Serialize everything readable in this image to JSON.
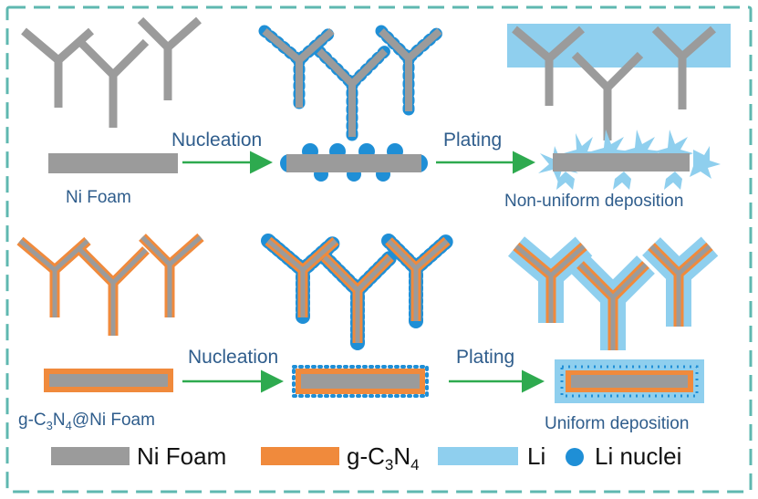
{
  "labels": {
    "nucleation_top": "Nucleation",
    "plating_top": "Plating",
    "nucleation_bottom": "Nucleation",
    "plating_bottom": "Plating",
    "ni_foam": "Ni Foam",
    "non_uniform": "Non-uniform deposition",
    "gcn_ni_foam_prefix": "g-C",
    "gcn_ni_foam_sub1": "3",
    "gcn_ni_foam_mid": "N",
    "gcn_ni_foam_sub2": "4",
    "gcn_ni_foam_suffix": "@Ni Foam",
    "uniform": "Uniform deposition"
  },
  "legend": {
    "ni_foam": "Ni Foam",
    "gcn_prefix": "g-C",
    "gcn_sub1": "3",
    "gcn_mid": "N",
    "gcn_sub2": "4",
    "li": "Li",
    "li_nuclei": "Li nuclei"
  },
  "colors": {
    "ni_foam": "#9b9b9b",
    "g_c3n4": "#f08a3c",
    "li": "#8fcfee",
    "li_nuclei": "#1f8fd6",
    "arrow": "#2eaa4f",
    "frame": "#5fb8b0",
    "label_text": "#2f5d8c"
  }
}
